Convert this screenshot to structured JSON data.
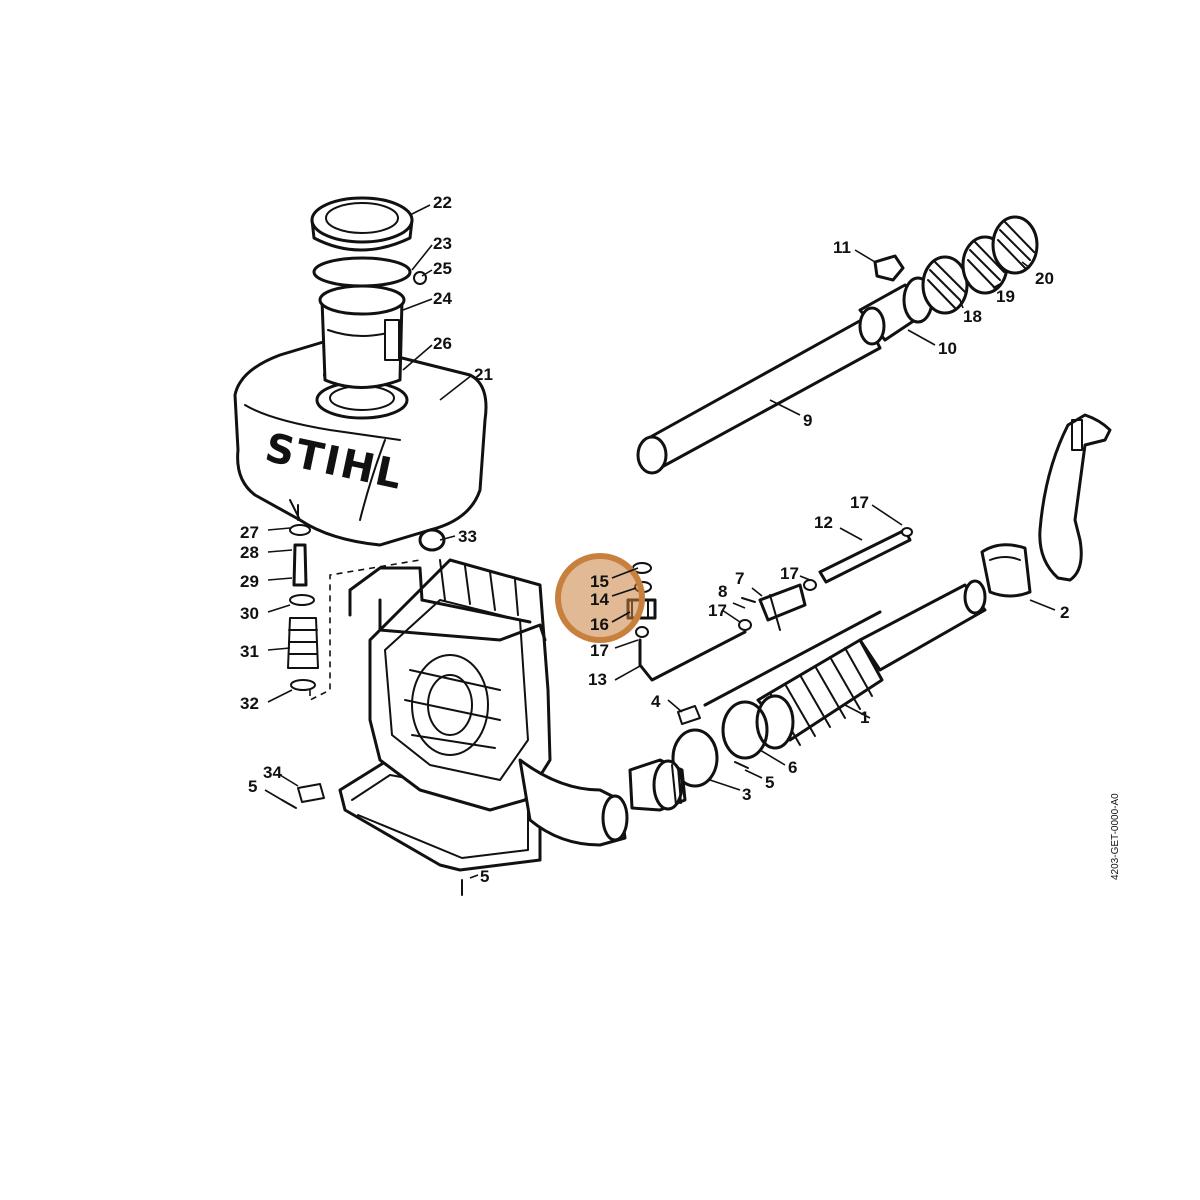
{
  "brand": "STIHL",
  "drawing_code": "4203-GET-0000-A0",
  "highlight_color": "#c8803e",
  "highlighted_labels": [
    "15",
    "14",
    "16"
  ],
  "labels": [
    "1",
    "2",
    "3",
    "4",
    "5",
    "5",
    "5",
    "5",
    "6",
    "7",
    "8",
    "9",
    "10",
    "11",
    "12",
    "13",
    "14",
    "15",
    "16",
    "17",
    "17",
    "17",
    "17",
    "18",
    "19",
    "20",
    "21",
    "22",
    "23",
    "24",
    "25",
    "26",
    "27",
    "28",
    "29",
    "30",
    "31",
    "32",
    "33",
    "34"
  ]
}
